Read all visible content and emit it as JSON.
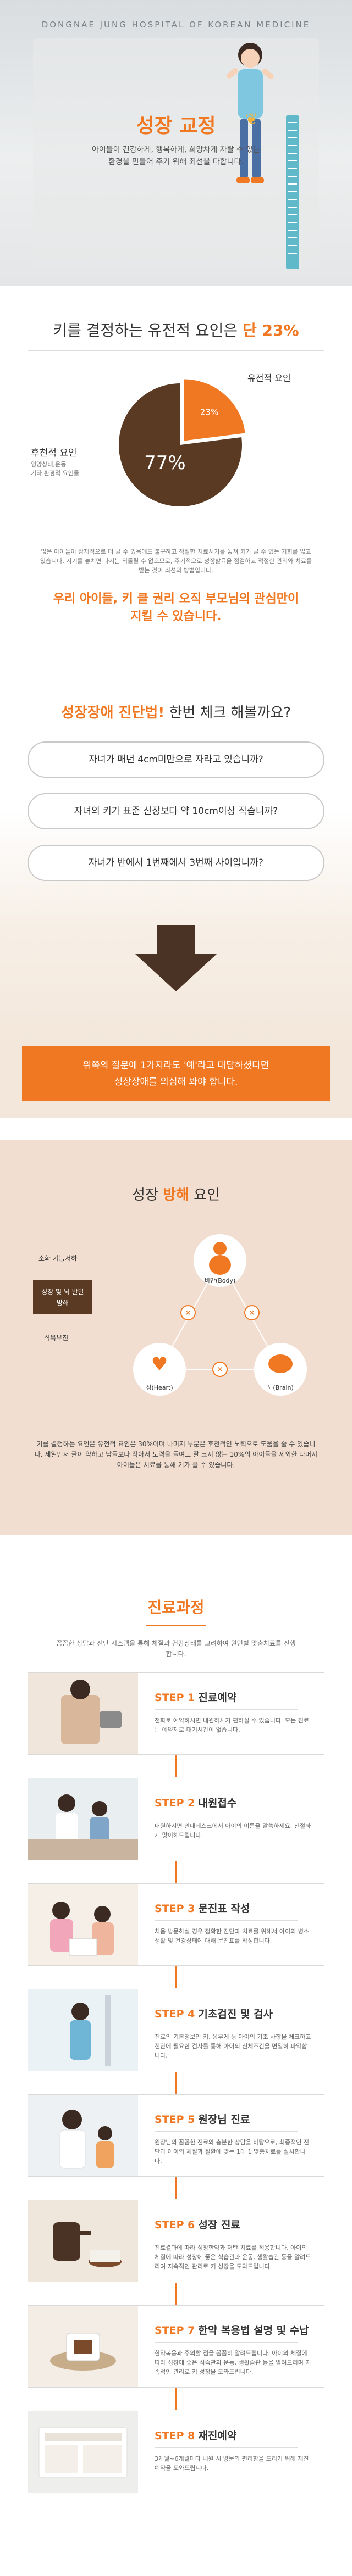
{
  "hero": {
    "hospital": "DONGNAE JUNG HOSPITAL OF KOREAN MEDICINE",
    "title": "성장 교정",
    "desc_lines": [
      "아이들이 건강하게, 행복하게, 희망차게 자랄 수 있는",
      "환경을 만들어 주기 위해 최선을 다합니다."
    ]
  },
  "genetics": {
    "title_prefix": "키를 결정하는 유전적 요인은 ",
    "title_highlight": "단 23%",
    "genetic_label": "유전적 요인",
    "environment_label": "후천적 요인",
    "environment_sub": [
      "영양상태,운동",
      "기타 환경적 요인들"
    ],
    "note": "많은 아이들이 잠재적으로 더 클 수 있음에도 불구하고 적절한 치료시기를 놓쳐 키가 클 수 있는 기회를 잃고 있습니다. 시기를 놓치면 다시는 되돌릴 수 없으므로, 주기적으로 성장발육을 점검하고 적절한 관리와 치료를 받는 것이 최선의 방법입니다.",
    "emphasis_lines": [
      "우리 아이들, 키 클 권리 오직 부모님의 관심만이",
      "지킬 수 있습니다."
    ]
  },
  "chart_data": {
    "type": "pie",
    "categories": [
      "유전적 요인",
      "후천적 요인"
    ],
    "values": [
      23,
      77
    ],
    "labels": [
      "23%",
      "77%"
    ],
    "colors": [
      "#f07822",
      "#5a3a23"
    ]
  },
  "check": {
    "title_highlight": "성장장애 진단법!",
    "title_rest": " 한번 체크 해볼까요?",
    "questions": [
      "자녀가 매년 4cm미만으로 자라고 있습니까?",
      "자녀의 키가 표준 신장보다 약 10cm이상 작습니까?",
      "자녀가 반에서 1번째에서 3번째 사이입니까?"
    ],
    "banner_lines": [
      "위쪽의 질문에 1가지라도 '예'라고 대답하셨다면",
      "성장장애를 의심해 봐야 합니다."
    ]
  },
  "obstacles": {
    "title_prefix": "성장 ",
    "title_highlight": "방해",
    "title_suffix": " 요인",
    "side_top": "소화 기능저하",
    "side_mid": [
      "성장 및 뇌 발달",
      "방해"
    ],
    "side_bottom": "식욕부진",
    "factor_top": "비만(Body)",
    "factor_left": "심(Heart)",
    "factor_right": "뇌(Brain)",
    "note": "키를 결정하는 요인은 유전적 요인은 30%이며 나머지 부분은 후천적인 노력으로 도움을 줄 수 있습니다. 제일먼저 골이 약하고 남들보다 작아서 노력을 들여도 잘 크지 않는 10%의 아이들을 제외한 나머지 아이들은 치료를 통해 키가 클 수 있습니다."
  },
  "process": {
    "title": "진료과정",
    "intro": "꼼꼼한 상담과 진단 시스템을 통해 체질과 건강상태를 고려하여 원인별 맞춤치료를 진행합니다.",
    "steps": [
      {
        "no": "STEP 1",
        "title": "진료예약",
        "text": "전화로 예약하시면 내원하시기 편하실 수 있습니다. 모든 진료는 예약제로 대기시간이 없습니다."
      },
      {
        "no": "STEP 2",
        "title": "내원접수",
        "text": "내원하시면 안내데스크에서 아이의 이름을 말씀하세요. 친절하게 맞이해드립니다."
      },
      {
        "no": "STEP 3",
        "title": "문진표 작성",
        "text": "처음 방문하실 경우 정확한 진단과 치료를 위해서 아이의 병소 생활 및 건강상태에 대해 문진표를 작성합니다."
      },
      {
        "no": "STEP 4",
        "title": "기초검진 및 검사",
        "text": "진료의 기본정보인 키, 몸무게 등 아이의 기초 사항을 체크하고 진단에 필요한 검사를 통해 아이의 신체조건을 면밀히 파악합니다."
      },
      {
        "no": "STEP 5",
        "title": "원장님 진료",
        "text": "원장님의 꼼꼼한 진료와 충분한 상담을 바탕으로, 최종적인 진단과 아이의 체질과 질환에 맞는 1대 1 맞춤치료를 실시합니다."
      },
      {
        "no": "STEP 6",
        "title": "성장 진료",
        "text": "진료결과에 따라 성장한약과 저탄 치료를 적용합니다. 아이의 체질에 따라 성장에 좋은 식습관과 운동, 생활습관 등을 알려드리며 지속적인 관리로 키 성장을 도와드립니다."
      },
      {
        "no": "STEP 7",
        "title": "한약 복용법 설명 및 수납",
        "text": "한약복용과 주의할 점을 꼼꼼히 알려드립니다. 아이의 체질에 따라 성장에 좋은 식습관과 운동, 생활습관 등을 알려드리며 지속적인 관리로 키 성장을 도와드립니다."
      },
      {
        "no": "STEP 8",
        "title": "재진예약",
        "text": "3개월~6개월마다 내원 시 방문의 편리함을 드리기 위해 재진 예약을 도와드립니다."
      }
    ]
  }
}
